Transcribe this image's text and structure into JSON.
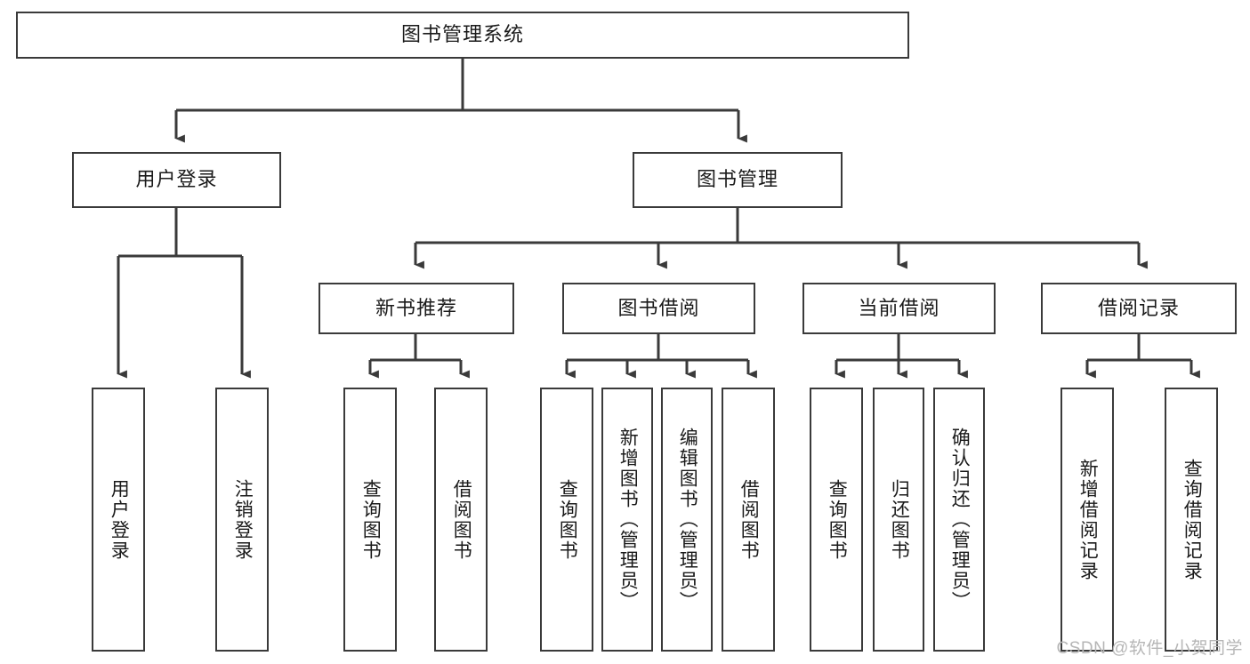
{
  "diagram": {
    "title": "图书管理系统",
    "type": "hierarchy-tree",
    "colors": {
      "node_border": "#3a3a3a",
      "node_fill": "#ffffff",
      "edge": "#3a3a3a",
      "text": "#1a1a1a",
      "watermark": "#b6b6b6"
    },
    "watermark": "CSDN @软件_小贺同学",
    "levels": {
      "root": {
        "label": "图书管理系统"
      },
      "level1": [
        {
          "id": "user-login",
          "label": "用户登录"
        },
        {
          "id": "book-manage",
          "label": "图书管理"
        }
      ],
      "level2": [
        {
          "id": "new-book-rec",
          "label": "新书推荐",
          "parent": "book-manage"
        },
        {
          "id": "book-borrow",
          "label": "图书借阅",
          "parent": "book-manage"
        },
        {
          "id": "current-borrow",
          "label": "当前借阅",
          "parent": "book-manage"
        },
        {
          "id": "borrow-record",
          "label": "借阅记录",
          "parent": "book-manage"
        }
      ],
      "leaves": [
        {
          "id": "leaf-1",
          "label": "用户登录",
          "parent": "user-login"
        },
        {
          "id": "leaf-2",
          "label": "注销登录",
          "parent": "user-login"
        },
        {
          "id": "leaf-3",
          "label": "查询图书",
          "parent": "new-book-rec"
        },
        {
          "id": "leaf-4",
          "label": "借阅图书",
          "parent": "new-book-rec"
        },
        {
          "id": "leaf-5",
          "label": "查询图书",
          "parent": "book-borrow"
        },
        {
          "id": "leaf-6",
          "label": "新增图书（管理员）",
          "parent": "book-borrow"
        },
        {
          "id": "leaf-7",
          "label": "编辑图书（管理员）",
          "parent": "book-borrow"
        },
        {
          "id": "leaf-8",
          "label": "借阅图书",
          "parent": "book-borrow"
        },
        {
          "id": "leaf-9",
          "label": "查询图书",
          "parent": "current-borrow"
        },
        {
          "id": "leaf-10",
          "label": "归还图书",
          "parent": "current-borrow"
        },
        {
          "id": "leaf-11",
          "label": "确认归还（管理员）",
          "parent": "current-borrow"
        },
        {
          "id": "leaf-12",
          "label": "新增借阅记录",
          "parent": "borrow-record"
        },
        {
          "id": "leaf-13",
          "label": "查询借阅记录",
          "parent": "borrow-record"
        }
      ]
    }
  }
}
